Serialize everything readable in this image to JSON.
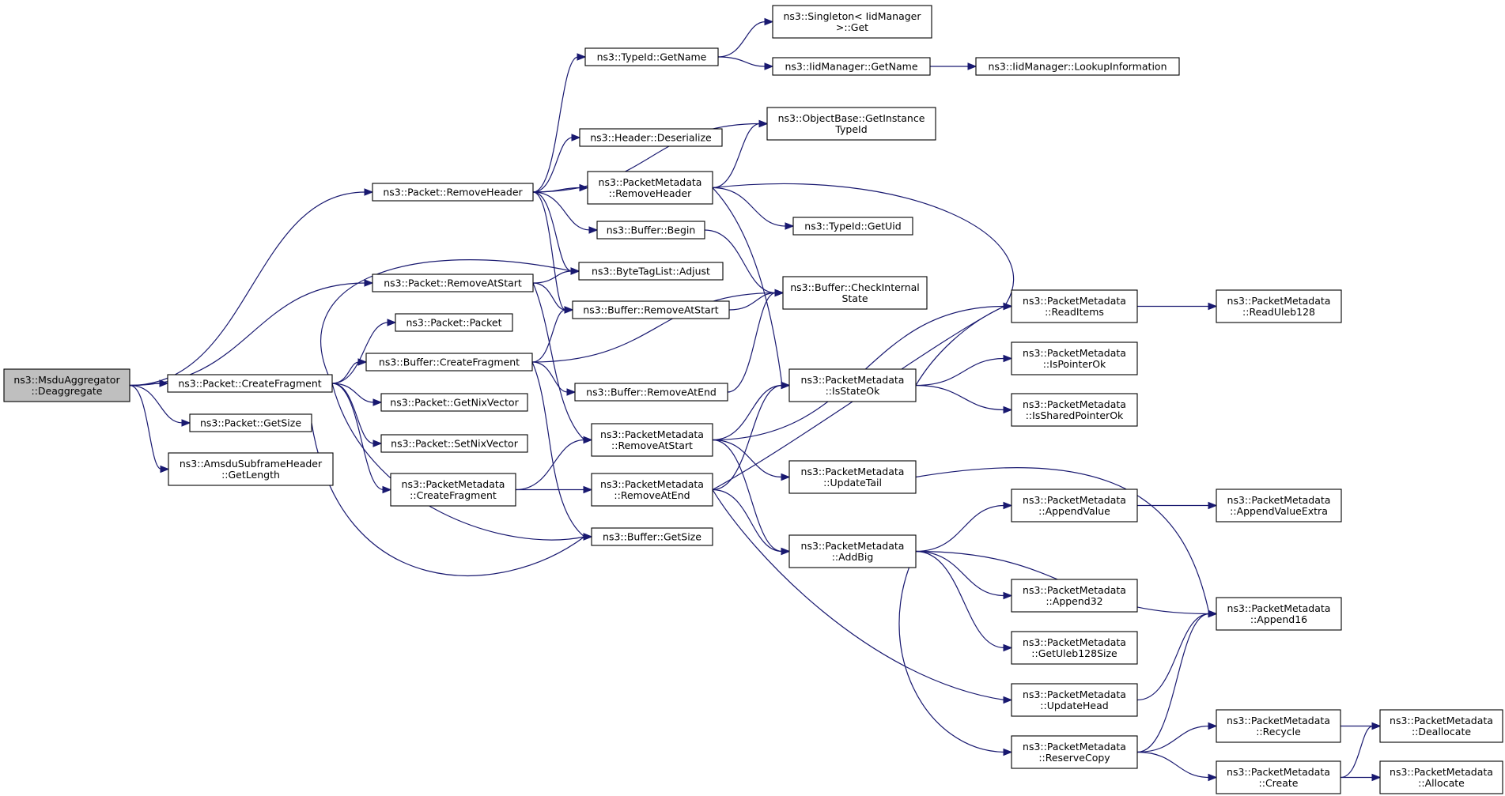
{
  "graph": {
    "background": "#ffffff",
    "node_fill": "#ffffff",
    "highlight_fill": "#bfbfbf",
    "edge_color": "#191970",
    "nodes": [
      {
        "id": "root",
        "lines": [
          "ns3::MsduAggregator",
          "::Deaggregate"
        ],
        "highlight": true
      },
      {
        "id": "pRemoveHeader",
        "lines": [
          "ns3::Packet::RemoveHeader"
        ]
      },
      {
        "id": "pRemoveAtStart",
        "lines": [
          "ns3::Packet::RemoveAtStart"
        ]
      },
      {
        "id": "pCreateFragment",
        "lines": [
          "ns3::Packet::CreateFragment"
        ]
      },
      {
        "id": "pGetSize",
        "lines": [
          "ns3::Packet::GetSize"
        ]
      },
      {
        "id": "asfGetLength",
        "lines": [
          "ns3::AmsduSubframeHeader",
          "::GetLength"
        ]
      },
      {
        "id": "tidGetName",
        "lines": [
          "ns3::TypeId::GetName"
        ]
      },
      {
        "id": "hdrDeserialize",
        "lines": [
          "ns3::Header::Deserialize"
        ]
      },
      {
        "id": "pmRemoveHeader",
        "lines": [
          "ns3::PacketMetadata",
          "::RemoveHeader"
        ]
      },
      {
        "id": "bBegin",
        "lines": [
          "ns3::Buffer::Begin"
        ]
      },
      {
        "id": "btlAdjust",
        "lines": [
          "ns3::ByteTagList::Adjust"
        ]
      },
      {
        "id": "bRemoveAtStart",
        "lines": [
          "ns3::Buffer::RemoveAtStart"
        ]
      },
      {
        "id": "pPacket",
        "lines": [
          "ns3::Packet::Packet"
        ]
      },
      {
        "id": "bCreateFragment",
        "lines": [
          "ns3::Buffer::CreateFragment"
        ]
      },
      {
        "id": "bRemoveAtEnd",
        "lines": [
          "ns3::Buffer::RemoveAtEnd"
        ]
      },
      {
        "id": "pGetNix",
        "lines": [
          "ns3::Packet::GetNixVector"
        ]
      },
      {
        "id": "pSetNix",
        "lines": [
          "ns3::Packet::SetNixVector"
        ]
      },
      {
        "id": "pmRemoveAtStart",
        "lines": [
          "ns3::PacketMetadata",
          "::RemoveAtStart"
        ]
      },
      {
        "id": "pmCreateFragment",
        "lines": [
          "ns3::PacketMetadata",
          "::CreateFragment"
        ]
      },
      {
        "id": "pmRemoveAtEnd",
        "lines": [
          "ns3::PacketMetadata",
          "::RemoveAtEnd"
        ]
      },
      {
        "id": "bGetSize",
        "lines": [
          "ns3::Buffer::GetSize"
        ]
      },
      {
        "id": "singletonGet",
        "lines": [
          "ns3::Singleton< IidManager",
          " >::Get"
        ]
      },
      {
        "id": "iidGetName",
        "lines": [
          "ns3::IidManager::GetName"
        ]
      },
      {
        "id": "iidLookup",
        "lines": [
          "ns3::IidManager::LookupInformation"
        ]
      },
      {
        "id": "obGetInstance",
        "lines": [
          "ns3::ObjectBase::GetInstance",
          "TypeId"
        ]
      },
      {
        "id": "tidGetUid",
        "lines": [
          "ns3::TypeId::GetUid"
        ]
      },
      {
        "id": "bCheckInternal",
        "lines": [
          "ns3::Buffer::CheckInternal",
          "State"
        ]
      },
      {
        "id": "pmIsStateOk",
        "lines": [
          "ns3::PacketMetadata",
          "::IsStateOk"
        ]
      },
      {
        "id": "pmUpdateTail",
        "lines": [
          "ns3::PacketMetadata",
          "::UpdateTail"
        ]
      },
      {
        "id": "pmAddBig",
        "lines": [
          "ns3::PacketMetadata",
          "::AddBig"
        ]
      },
      {
        "id": "pmReadItems",
        "lines": [
          "ns3::PacketMetadata",
          "::ReadItems"
        ]
      },
      {
        "id": "pmReadUleb",
        "lines": [
          "ns3::PacketMetadata",
          "::ReadUleb128"
        ]
      },
      {
        "id": "pmIsPointerOk",
        "lines": [
          "ns3::PacketMetadata",
          "::IsPointerOk"
        ]
      },
      {
        "id": "pmIsSharedPointerOk",
        "lines": [
          "ns3::PacketMetadata",
          "::IsSharedPointerOk"
        ]
      },
      {
        "id": "pmAppendValue",
        "lines": [
          "ns3::PacketMetadata",
          "::AppendValue"
        ]
      },
      {
        "id": "pmAppendValueExtra",
        "lines": [
          "ns3::PacketMetadata",
          "::AppendValueExtra"
        ]
      },
      {
        "id": "pmAppend32",
        "lines": [
          "ns3::PacketMetadata",
          "::Append32"
        ]
      },
      {
        "id": "pmGetUleb128Size",
        "lines": [
          "ns3::PacketMetadata",
          "::GetUleb128Size"
        ]
      },
      {
        "id": "pmAppend16",
        "lines": [
          "ns3::PacketMetadata",
          "::Append16"
        ]
      },
      {
        "id": "pmUpdateHead",
        "lines": [
          "ns3::PacketMetadata",
          "::UpdateHead"
        ]
      },
      {
        "id": "pmReserveCopy",
        "lines": [
          "ns3::PacketMetadata",
          "::ReserveCopy"
        ]
      },
      {
        "id": "pmRecycle",
        "lines": [
          "ns3::PacketMetadata",
          "::Recycle"
        ]
      },
      {
        "id": "pmCreate",
        "lines": [
          "ns3::PacketMetadata",
          "::Create"
        ]
      },
      {
        "id": "pmDeallocate",
        "lines": [
          "ns3::PacketMetadata",
          "::Deallocate"
        ]
      },
      {
        "id": "pmAllocate",
        "lines": [
          "ns3::PacketMetadata",
          "::Allocate"
        ]
      }
    ],
    "edges": [
      [
        "root",
        "pRemoveHeader"
      ],
      [
        "root",
        "pRemoveAtStart"
      ],
      [
        "root",
        "pCreateFragment"
      ],
      [
        "root",
        "pGetSize"
      ],
      [
        "root",
        "asfGetLength"
      ],
      [
        "pRemoveHeader",
        "tidGetName"
      ],
      [
        "pRemoveHeader",
        "obGetInstance"
      ],
      [
        "pRemoveHeader",
        "hdrDeserialize"
      ],
      [
        "pRemoveHeader",
        "pmRemoveHeader"
      ],
      [
        "pRemoveHeader",
        "bBegin"
      ],
      [
        "pRemoveHeader",
        "btlAdjust"
      ],
      [
        "pRemoveHeader",
        "bRemoveAtStart"
      ],
      [
        "tidGetName",
        "singletonGet"
      ],
      [
        "tidGetName",
        "iidGetName"
      ],
      [
        "iidGetName",
        "iidLookup"
      ],
      [
        "pmRemoveHeader",
        "obGetInstance"
      ],
      [
        "pmRemoveHeader",
        "tidGetUid"
      ],
      [
        "pmRemoveHeader",
        "pmReadItems"
      ],
      [
        "pmRemoveHeader",
        "pmIsStateOk"
      ],
      [
        "bBegin",
        "bCheckInternal"
      ],
      [
        "pRemoveAtStart",
        "btlAdjust"
      ],
      [
        "pRemoveAtStart",
        "bRemoveAtStart"
      ],
      [
        "pRemoveAtStart",
        "pmRemoveAtStart"
      ],
      [
        "bRemoveAtStart",
        "bCheckInternal"
      ],
      [
        "pCreateFragment",
        "btlAdjust"
      ],
      [
        "pCreateFragment",
        "pPacket"
      ],
      [
        "pCreateFragment",
        "bCreateFragment"
      ],
      [
        "pCreateFragment",
        "pGetNix"
      ],
      [
        "pCreateFragment",
        "pSetNix"
      ],
      [
        "pCreateFragment",
        "pmCreateFragment"
      ],
      [
        "pCreateFragment",
        "bGetSize"
      ],
      [
        "bCreateFragment",
        "bRemoveAtStart"
      ],
      [
        "bCreateFragment",
        "bCheckInternal"
      ],
      [
        "bCreateFragment",
        "bRemoveAtEnd"
      ],
      [
        "bCreateFragment",
        "bGetSize"
      ],
      [
        "bRemoveAtEnd",
        "bCheckInternal"
      ],
      [
        "pGetSize",
        "bGetSize"
      ],
      [
        "pmCreateFragment",
        "pmRemoveAtStart"
      ],
      [
        "pmCreateFragment",
        "pmRemoveAtEnd"
      ],
      [
        "pmRemoveAtStart",
        "pmReadItems"
      ],
      [
        "pmRemoveAtStart",
        "pmIsStateOk"
      ],
      [
        "pmRemoveAtStart",
        "pmUpdateTail"
      ],
      [
        "pmRemoveAtStart",
        "pmAddBig"
      ],
      [
        "pmRemoveAtEnd",
        "pmReadItems"
      ],
      [
        "pmRemoveAtEnd",
        "pmIsStateOk"
      ],
      [
        "pmRemoveAtEnd",
        "pmAddBig"
      ],
      [
        "pmRemoveAtEnd",
        "pmUpdateHead"
      ],
      [
        "pmIsStateOk",
        "pmReadItems"
      ],
      [
        "pmIsStateOk",
        "pmIsPointerOk"
      ],
      [
        "pmIsStateOk",
        "pmIsSharedPointerOk"
      ],
      [
        "pmReadItems",
        "pmReadUleb"
      ],
      [
        "pmUpdateTail",
        "pmAppend16"
      ],
      [
        "pmAddBig",
        "pmAppendValue"
      ],
      [
        "pmAddBig",
        "pmAppend32"
      ],
      [
        "pmAddBig",
        "pmGetUleb128Size"
      ],
      [
        "pmAddBig",
        "pmAppend16"
      ],
      [
        "pmAddBig",
        "pmReserveCopy"
      ],
      [
        "pmAppendValue",
        "pmAppendValueExtra"
      ],
      [
        "pmUpdateHead",
        "pmAppend16"
      ],
      [
        "pmReserveCopy",
        "pmAppend16"
      ],
      [
        "pmReserveCopy",
        "pmRecycle"
      ],
      [
        "pmReserveCopy",
        "pmCreate"
      ],
      [
        "pmRecycle",
        "pmDeallocate"
      ],
      [
        "pmCreate",
        "pmDeallocate"
      ],
      [
        "pmCreate",
        "pmAllocate"
      ]
    ]
  }
}
